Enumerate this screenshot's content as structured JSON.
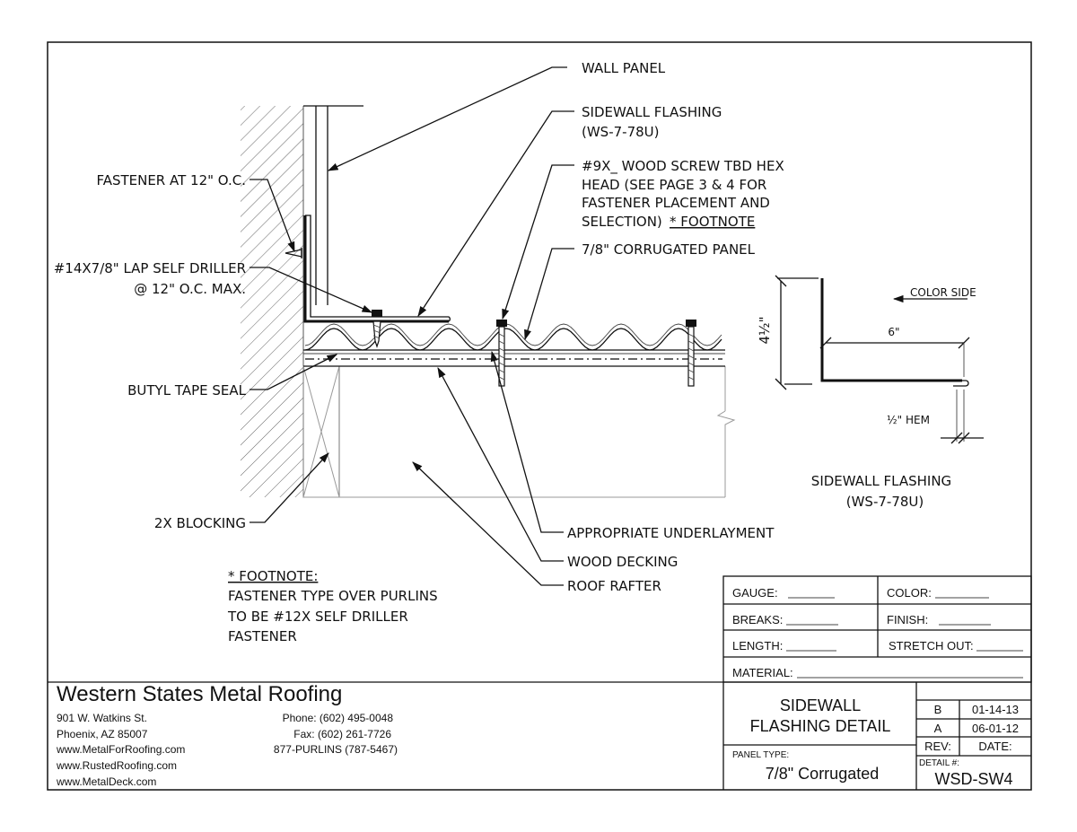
{
  "callouts": {
    "wall_panel": "WALL PANEL",
    "sidewall_flashing_1": "SIDEWALL FLASHING",
    "sidewall_flashing_2": "(WS-7-78U)",
    "wood_screw_1": "#9X_ WOOD SCREW TBD HEX",
    "wood_screw_2": "HEAD (SEE PAGE 3 & 4 FOR",
    "wood_screw_3": "FASTENER PLACEMENT AND",
    "wood_screw_4": "SELECTION)",
    "wood_screw_5": "* FOOTNOTE",
    "corrugated_panel": "7/8\" CORRUGATED PANEL",
    "fastener_12": "FASTENER AT 12\" O.C.",
    "lap_driller_1": "#14X7/8\" LAP SELF DRILLER",
    "lap_driller_2": "@ 12\" O.C. MAX.",
    "butyl": "BUTYL TAPE SEAL",
    "blocking": "2X BLOCKING",
    "underlayment": "APPROPRIATE UNDERLAYMENT",
    "wood_decking": "WOOD DECKING",
    "roof_rafter": "ROOF RAFTER"
  },
  "footnote": {
    "title": "* FOOTNOTE:",
    "line1": "FASTENER TYPE OVER PURLINS",
    "line2": "TO BE #12X SELF DRILLER",
    "line3": "FASTENER"
  },
  "profile": {
    "color_side": "COLOR SIDE",
    "dim_height": "4½\"",
    "dim_width": "6\"",
    "hem": "½\" HEM",
    "title1": "SIDEWALL FLASHING",
    "title2": "(WS-7-78U)"
  },
  "spec": {
    "gauge": "GAUGE:",
    "color": "COLOR:",
    "breaks": "BREAKS:",
    "finish": "FINISH:",
    "length": "LENGTH:",
    "stretch_out": "STRETCH OUT:",
    "material": "MATERIAL:"
  },
  "company": {
    "name": "Western States Metal Roofing",
    "address1": "901 W. Watkins St.",
    "address2": "Phoenix, AZ 85007",
    "web1": "www.MetalForRoofing.com",
    "web2": "www.RustedRoofing.com",
    "web3": "www.MetalDeck.com",
    "phone": "Phone: (602) 495-0048",
    "fax": "Fax: (602) 261-7726",
    "tollfree": "877-PURLINS (787-5467)"
  },
  "titleblock": {
    "title1": "SIDEWALL",
    "title2": "FLASHING DETAIL",
    "panel_type_label": "PANEL TYPE:",
    "panel_type": "7/8\" Corrugated",
    "rev_b": "B",
    "rev_b_date": "01-14-13",
    "rev_a": "A",
    "rev_a_date": "06-01-12",
    "rev_label": "REV:",
    "date_label": "DATE:",
    "detail_label": "DETAIL #:",
    "detail_number": "WSD-SW4"
  }
}
